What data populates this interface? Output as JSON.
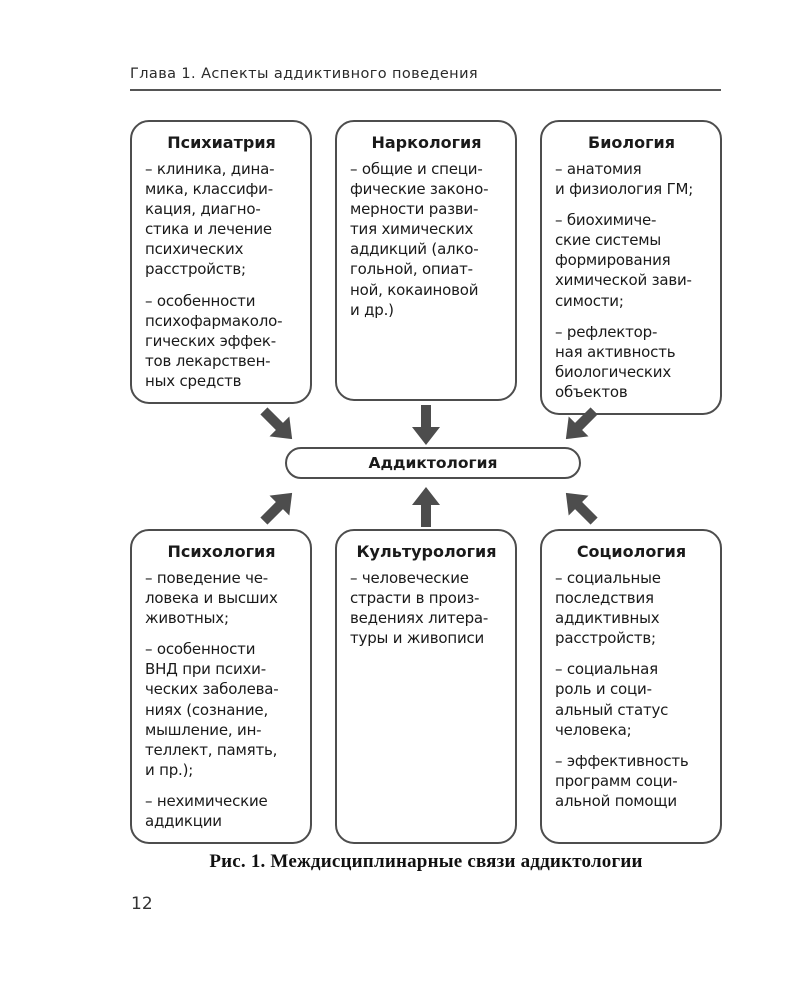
{
  "page": {
    "header": "Глава 1. Аспекты аддиктивного поведения",
    "caption": "Рис. 1. Междисциплинарные связи аддиктологии",
    "page_number": "12"
  },
  "diagram": {
    "center_label": "Аддиктология",
    "top_boxes": [
      {
        "title": "Психиатрия",
        "items": [
          "– клиника, дина-\nмика, классифи-\nкация, диагно-\nстика и лечение\nпсихических\nрасстройств;",
          "– особенности\nпсихофармаколо-\nгических эффек-\nтов лекарствен-\nных средств"
        ]
      },
      {
        "title": "Наркология",
        "items": [
          "– общие и специ-\nфические законо-\nмерности разви-\nтия химических\nаддикций (алко-\nгольной, опиат-\nной, кокаиновой\nи др.)"
        ]
      },
      {
        "title": "Биология",
        "items": [
          "– анатомия\nи физиология ГМ;",
          "– биохимиче-\nские системы\nформирования\nхимической зави-\nсимости;",
          "– рефлектор-\nная активность\nбиологических\nобъектов"
        ]
      }
    ],
    "bottom_boxes": [
      {
        "title": "Психология",
        "items": [
          "– поведение че-\nловека и высших\nживотных;",
          "– особенности\nВНД при психи-\nческих заболева-\nниях (сознание,\nмышление, ин-\nтеллект, память,\nи пр.);",
          "– нехимические\nаддикции"
        ]
      },
      {
        "title": "Культурология",
        "items": [
          "– человеческие\nстрасти в произ-\nведениях литера-\nтуры и живописи"
        ]
      },
      {
        "title": "Социология",
        "items": [
          "– социальные\nпоследствия\nаддиктивных\nрасстройств;",
          "– социальная\nроль и соци-\nальный статус\nчеловека;",
          "– эффективность\nпрограмм соци-\nальной помощи"
        ]
      }
    ],
    "icons": [
      "arrow-down-right-icon",
      "arrow-down-icon",
      "arrow-down-left-icon",
      "arrow-up-right-icon",
      "arrow-up-icon",
      "arrow-up-left-icon"
    ],
    "colors": {
      "border": "#4d4d4d",
      "arrow": "#4d4d4d",
      "text": "#1a1a1a"
    }
  }
}
